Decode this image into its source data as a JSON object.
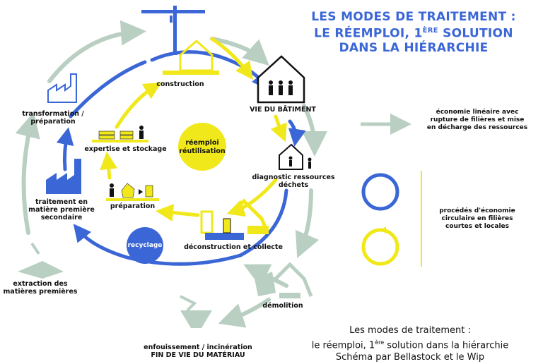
{
  "title": {
    "line1": "LES MODES DE TRAITEMENT :",
    "line2_prefix": "LE RÉEMPLOI, 1",
    "line2_sup": "ÈRE",
    "line2_suffix": " SOLUTION",
    "line3": "DANS LA HIÉRARCHIE"
  },
  "stages": {
    "construction": "construction",
    "vie_batiment": "VIE DU BÂTIMENT",
    "diagnostic_l1": "diagnostic ressources",
    "diagnostic_l2": "déchets",
    "deconstruction": "déconstruction et collecte",
    "demolition": "démolition",
    "fin_l1": "enfouissement / incinération",
    "fin_l2": "FIN DE VIE DU MATÉRIAU",
    "extraction_l1": "extraction des",
    "extraction_l2": "matières premières",
    "traitement_l1": "traitement en",
    "traitement_l2": "matière première",
    "traitement_l3": "secondaire",
    "transformation_l1": "transformation /",
    "transformation_l2": "préparation",
    "expertise": "expertise et stockage",
    "preparation": "préparation"
  },
  "centers": {
    "reemploi_l1": "réemploi",
    "reemploi_l2": "réutilisation",
    "recyclage": "recyclage"
  },
  "legend": {
    "linear_l1": "économie linéaire avec",
    "linear_l2": "rupture de filières et mise",
    "linear_l3": "en décharge des ressources",
    "circular_l1": "procédés d'économie",
    "circular_l2": "circulaire en filières",
    "circular_l3": "courtes et locales"
  },
  "caption": {
    "line1": "Les modes de traitement :",
    "line2_prefix": "le réemploi, 1",
    "line2_sup": "ère",
    "line2_suffix": " solution dans la hiérarchie",
    "line3": "Schéma par Bellastock et le Wip"
  },
  "colors": {
    "yellow": "#f0e81a",
    "blue": "#3a66d6",
    "grey": "#b9cfc2",
    "black": "#111111"
  },
  "icons": [
    "crane-icon",
    "house-icon",
    "people-icon",
    "factory-icon",
    "excavator-icon",
    "pallet-icon",
    "person-icon",
    "arrow-icon"
  ]
}
